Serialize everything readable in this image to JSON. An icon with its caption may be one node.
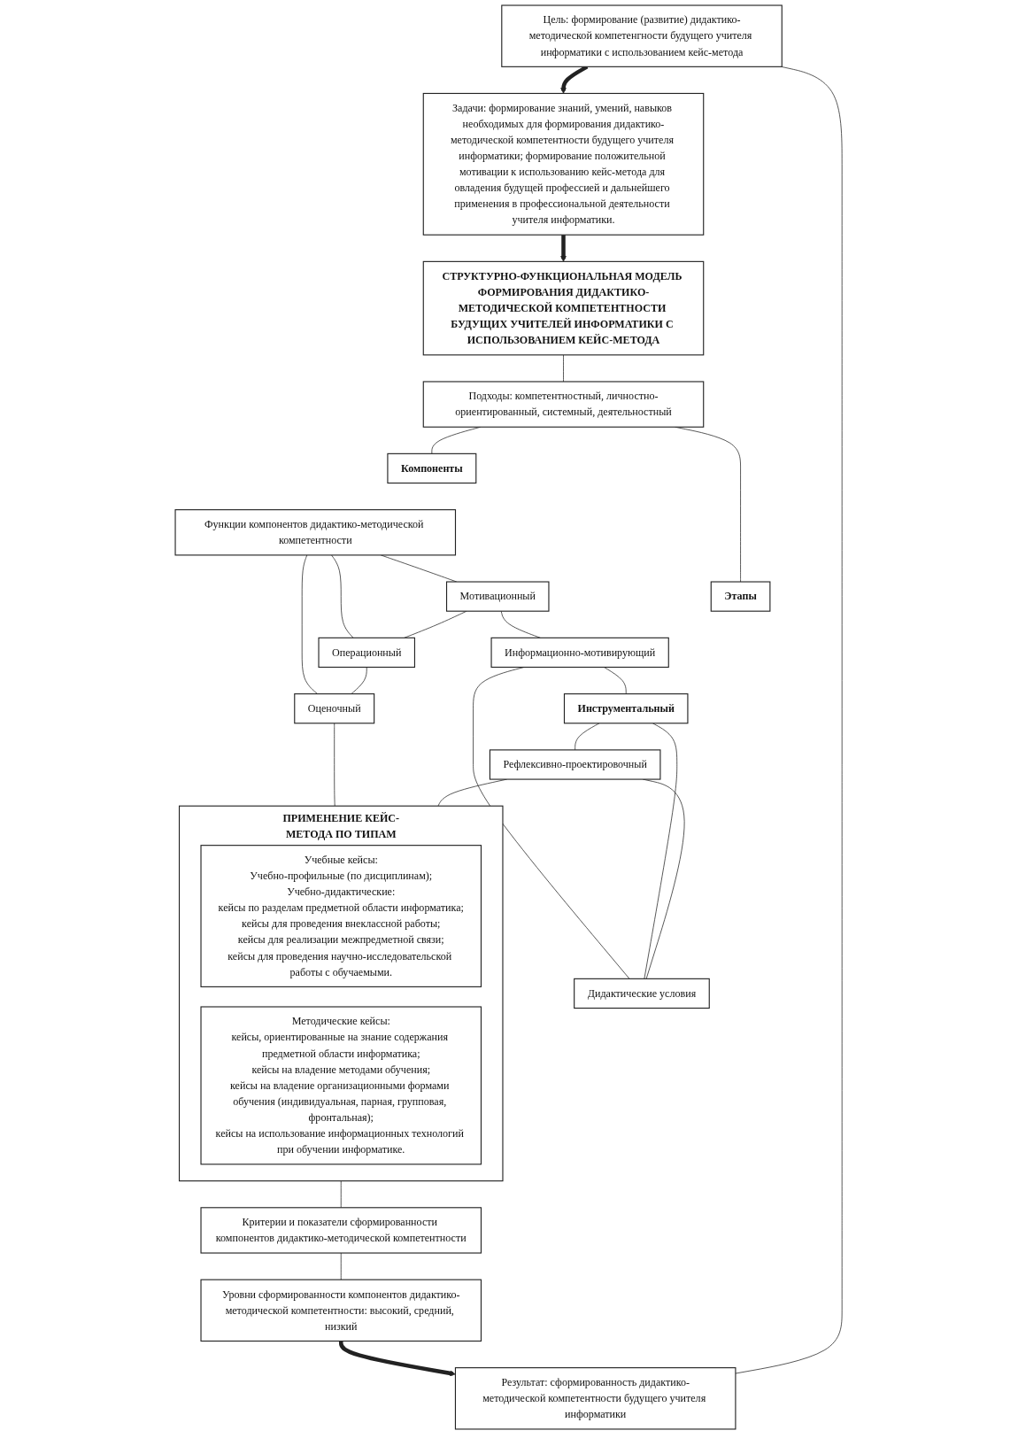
{
  "diagram": {
    "nodes": [
      {
        "text": [
          "Цель: формирование (развитие) дидактико-методической компетенгности будущего учителя информатики с использованием кейс-метода"
        ]
      },
      {
        "text": [
          "Задачи: формирование знаний, умений, навыков необходимых для формирования дидактико-методической компетентности будущего учителя информатики; формирование положительной мотивации к использованию кейс-метода для овладения будущей профессией и дальнейшего применения в профессиональной деятельности учителя информатики."
        ]
      },
      {
        "text": [
          "СТРУКТУРНО-ФУНКЦИОНАЛЬНАЯ МОДЕЛЬ ФОРМИРОВАНИЯ ДИДАКТИКО-МЕТОДИЧЕСКОЙ КОМПЕТЕНТНОСТИ БУДУЩИХ УЧИТЕЛЕЙ ИНФОРМАТИКИ С ИСПОЛЬЗОВАНИЕМ КЕЙС-МЕТОДА"
        ]
      },
      {
        "text": [
          "Подходы: компетентностный, личностно-ориентированный, системный, деятельностный"
        ]
      },
      {
        "text": [
          "Компоненты"
        ]
      },
      {
        "text": [
          "Этапы"
        ]
      },
      {
        "text": [
          "Функции компонентов дидактико-методической компетентности"
        ]
      },
      {
        "text": [
          "Мотивационный"
        ]
      },
      {
        "text": [
          "Операционный"
        ]
      },
      {
        "text": [
          "Оценочный"
        ]
      },
      {
        "text": [
          "Информационно-мотивирующий"
        ]
      },
      {
        "text": [
          "Инструментальный"
        ]
      },
      {
        "text": [
          "Рефлексивно-проектировочный"
        ]
      },
      {
        "text": [
          "Дидактические условия"
        ]
      },
      {
        "text": [
          "ПРИМЕНЕНИЕ КЕЙС-МЕТОДА ПО ТИПАМ"
        ]
      },
      {
        "text": [
          "Учебные кейсы:",
          "Учебно-профильные (по дисциплинам);",
          "Учебно-дидактические:",
          "кейсы по разделам предметной области информатика;",
          "кейсы для проведения внеклассной работы;",
          "кейсы для реализации межпредметной связи;",
          "кейсы для проведения научно-исследовательской работы с обучаемыми."
        ],
        "in": 14
      },
      {
        "text": [
          "Методические кейсы:",
          "кейсы, ориентированные на знание содержания предметной области информатика;",
          "кейсы на владение методами обучения;",
          "кейсы на владение организационными формами обучения (индивидуальная, парная, групповая, фронтальная);",
          "кейсы на использование информационных технологий при обучении информатике."
        ],
        "in": 14
      },
      {
        "text": [
          "Критерии и показатели сформированности компонентов дидактико-методической компетентности"
        ]
      },
      {
        "text": [
          "Уровни сформированности компонентов дидактико-методической компетентности: высокий, средний, низкий"
        ]
      },
      {
        "text": [
          "Результат: сформированность дидактико-методической компетентности будущего учителя информатики"
        ]
      }
    ],
    "edges": [
      {
        "from": 0,
        "to": 1,
        "arrow": "to",
        "style": "thick"
      },
      {
        "from": 1,
        "to": 2,
        "arrow": "to",
        "style": "thick"
      },
      {
        "from": 2,
        "to": 3,
        "arrow": "none"
      },
      {
        "from": 3,
        "to": 4,
        "arrow": "none"
      },
      {
        "from": 3,
        "to": 5,
        "arrow": "none"
      },
      {
        "from": 7,
        "to": 10,
        "arrow": "none"
      },
      {
        "from": 6,
        "to": 7,
        "arrow": "none"
      },
      {
        "from": 6,
        "to": 8,
        "arrow": "none"
      },
      {
        "from": 6,
        "to": 9,
        "arrow": "none"
      },
      {
        "from": 7,
        "to": 8,
        "arrow": "none"
      },
      {
        "from": 8,
        "to": 9,
        "arrow": "none"
      },
      {
        "from": 10,
        "to": 13,
        "arrow": "none"
      },
      {
        "from": 11,
        "to": 13,
        "arrow": "none"
      },
      {
        "from": 12,
        "to": 13,
        "arrow": "none"
      },
      {
        "from": 10,
        "to": 11,
        "arrow": "none"
      },
      {
        "from": 11,
        "to": 12,
        "arrow": "none"
      },
      {
        "from": 9,
        "to": 14,
        "arrow": "none"
      },
      {
        "from": 12,
        "to": 14,
        "arrow": "none"
      },
      {
        "from": 14,
        "to": 17,
        "arrow": "none"
      },
      {
        "from": 17,
        "to": 18,
        "arrow": "none"
      },
      {
        "from": 18,
        "to": 19,
        "arrow": "to",
        "style": "thick"
      },
      {
        "from": 0,
        "to": 19,
        "arrow": "none"
      }
    ]
  }
}
